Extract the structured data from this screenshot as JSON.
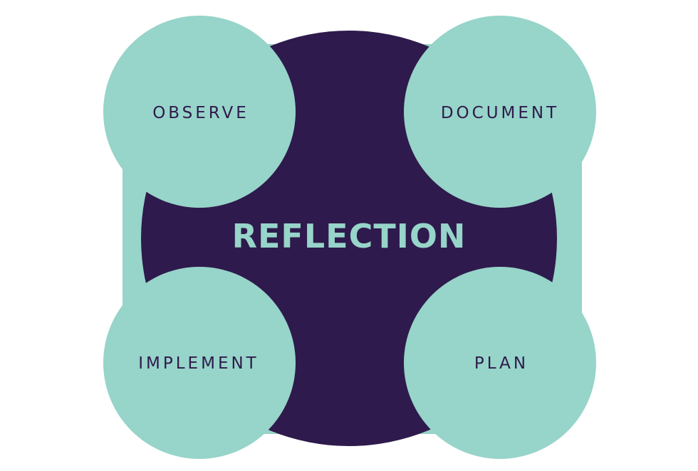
{
  "diagram": {
    "center_label": "REFLECTION",
    "nodes": [
      {
        "id": "observe",
        "label": "OBSERVE"
      },
      {
        "id": "document",
        "label": "DOCUMENT"
      },
      {
        "id": "implement",
        "label": "IMPLEMENT"
      },
      {
        "id": "plan",
        "label": "PLAN"
      }
    ]
  },
  "colors": {
    "mint": "#97d4c9",
    "dark_purple": "#2e1a4c",
    "node_text": "#2e1a4c",
    "center_text": "#97d4c9",
    "background": "#ffffff"
  }
}
